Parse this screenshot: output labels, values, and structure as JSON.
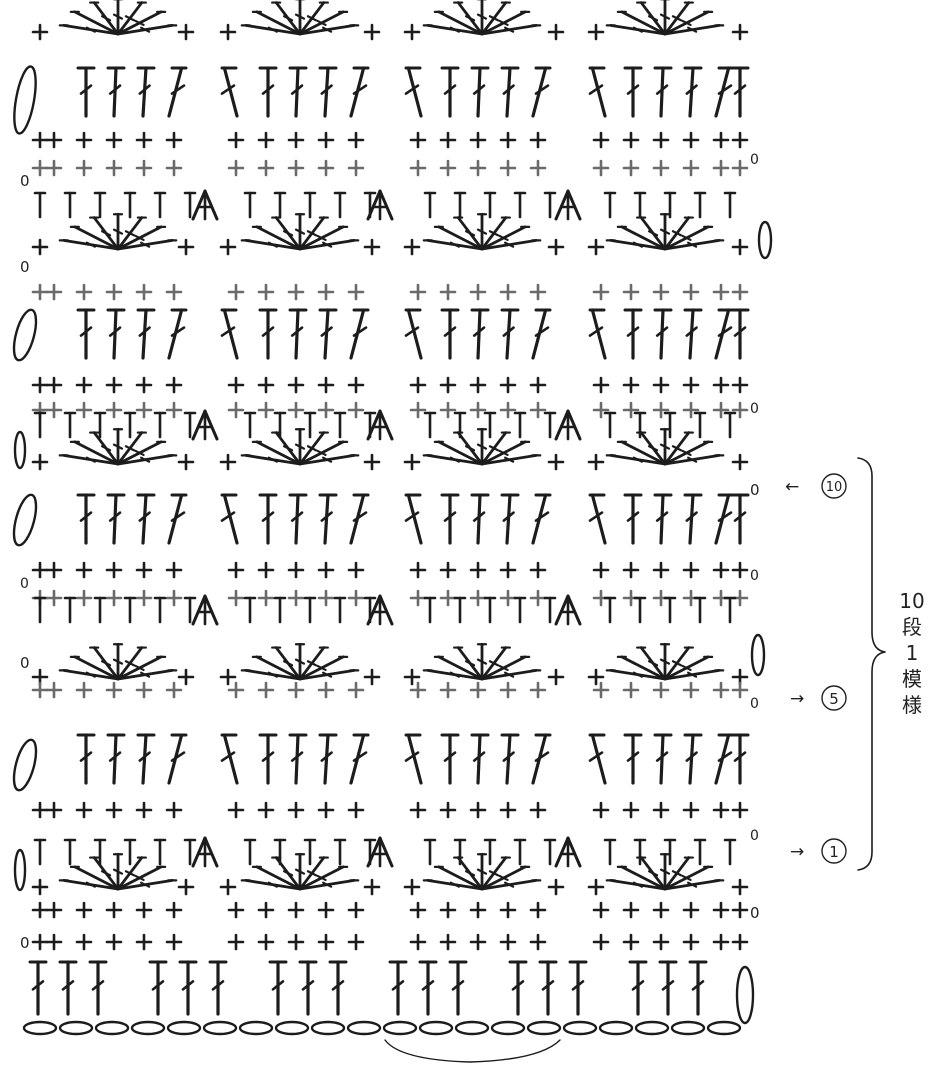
{
  "diagram": {
    "type": "crochet-stitch-chart",
    "repeat_note": {
      "line1": "10",
      "line2": "段",
      "line3": "1",
      "line4": "模",
      "line5": "様"
    },
    "row_markers": [
      {
        "number": "10",
        "arrow": "←"
      },
      {
        "number": "5",
        "arrow": "→"
      },
      {
        "number": "1",
        "arrow": "→"
      }
    ],
    "chain_zero": "0"
  }
}
